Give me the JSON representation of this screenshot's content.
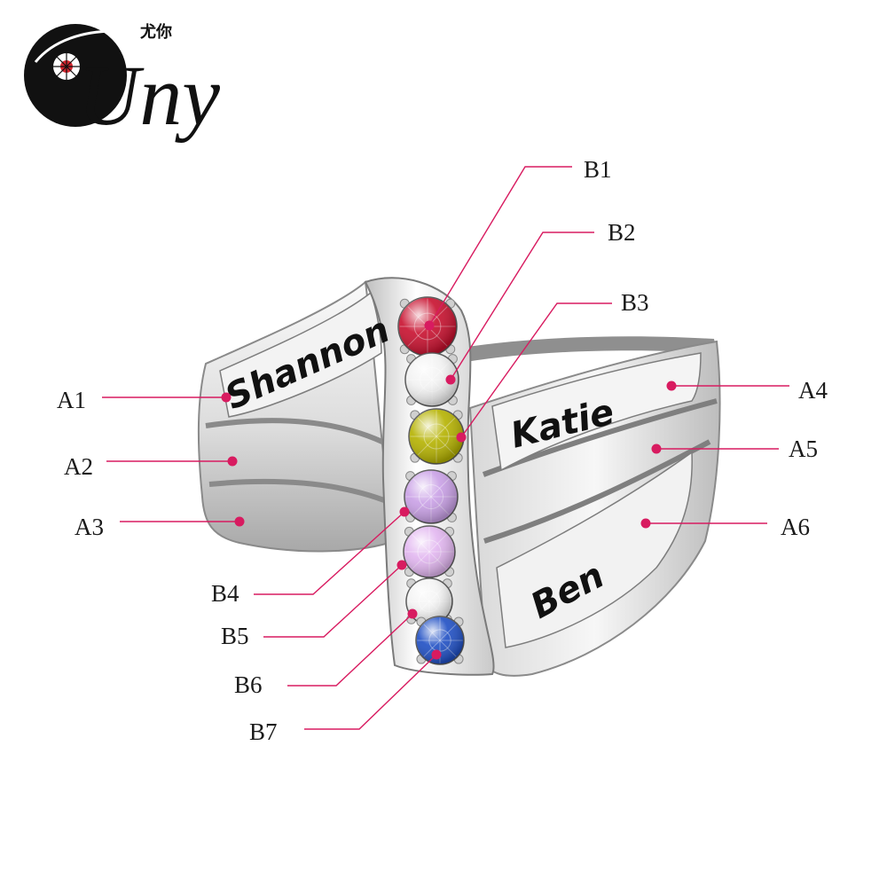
{
  "logo": {
    "brand": "Uny",
    "cn": "尤你",
    "colors": {
      "badge": "#111111",
      "ink": "#111111",
      "flower": "#d3262f"
    }
  },
  "ring": {
    "names": [
      "Shannon",
      "Katie",
      "Ben"
    ],
    "colors": {
      "metal": "#e6e6e6",
      "metal_shadow": "#9a9a9a",
      "metal_highlight": "#ffffff",
      "engraving": "#0d0d0d"
    }
  },
  "callouts": {
    "leader_color": "#d81b60",
    "band_labels": [
      "A1",
      "A2",
      "A3",
      "A4",
      "A5",
      "A6"
    ],
    "stone_labels": [
      "B1",
      "B2",
      "B3",
      "B4",
      "B5",
      "B6",
      "B7"
    ]
  },
  "stones": [
    {
      "label": "B1",
      "color": "#c8102e"
    },
    {
      "label": "B2",
      "color": "#f2f2f2"
    },
    {
      "label": "B3",
      "color": "#b5b200"
    },
    {
      "label": "B4",
      "color": "#c9a0e6"
    },
    {
      "label": "B5",
      "color": "#e2b6f0"
    },
    {
      "label": "B6",
      "color": "#f3f3f3"
    },
    {
      "label": "B7",
      "color": "#1f4fc4"
    }
  ]
}
